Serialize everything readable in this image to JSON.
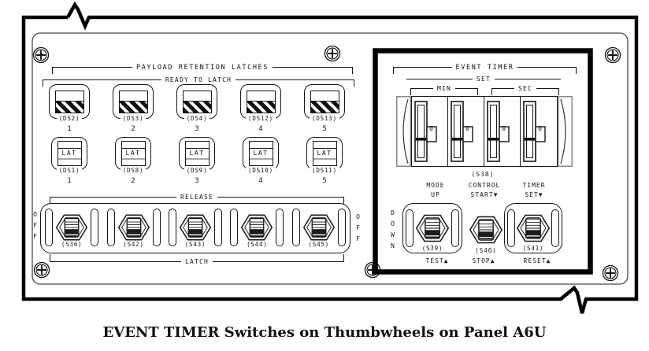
{
  "caption": "EVENT TIMER Switches on Thumbwheels on Panel A6U",
  "payload_section": {
    "title": "PAYLOAD RETENTION LATCHES",
    "ready_title": "READY TO LATCH",
    "ready_indicators": [
      {
        "id": "(DS2)",
        "num": "1"
      },
      {
        "id": "(DS3)",
        "num": "2"
      },
      {
        "id": "(DS4)",
        "num": "3"
      },
      {
        "id": "(DS12)",
        "num": "4"
      },
      {
        "id": "(DS13)",
        "num": "5"
      }
    ],
    "lat_label": "LAT",
    "lat_indicators": [
      {
        "id": "(DS1)",
        "num": "1"
      },
      {
        "id": "(DS8)",
        "num": "2"
      },
      {
        "id": "(DS9)",
        "num": "3"
      },
      {
        "id": "(DS10)",
        "num": "4"
      },
      {
        "id": "(DS11)",
        "num": "5"
      }
    ],
    "release_label": "RELEASE",
    "latch_label": "LATCH",
    "off_label": "OFF",
    "switches": [
      "(S36)",
      "(S42)",
      "(S43)",
      "(S44)",
      "(S45)"
    ]
  },
  "event_timer": {
    "title": "EVENT TIMER",
    "set_label": "SET",
    "min_label": "MIN",
    "sec_label": "SEC",
    "thumbwheel_digits": [
      "0",
      "0",
      "0",
      "0"
    ],
    "thumbwheel_id": "(S38)",
    "upper_labels": [
      {
        "line1": "MODE",
        "line2": "UP"
      },
      {
        "line1": "CONTROL",
        "line2": "START▼"
      },
      {
        "line1": "TIMER",
        "line2": "SET▼"
      }
    ],
    "down_label": "DOWN",
    "switches": [
      "(S39)",
      "(S40)",
      "(S41)"
    ],
    "lower_labels": [
      "TEST▲",
      "STOP▲",
      "RESET▲"
    ]
  }
}
